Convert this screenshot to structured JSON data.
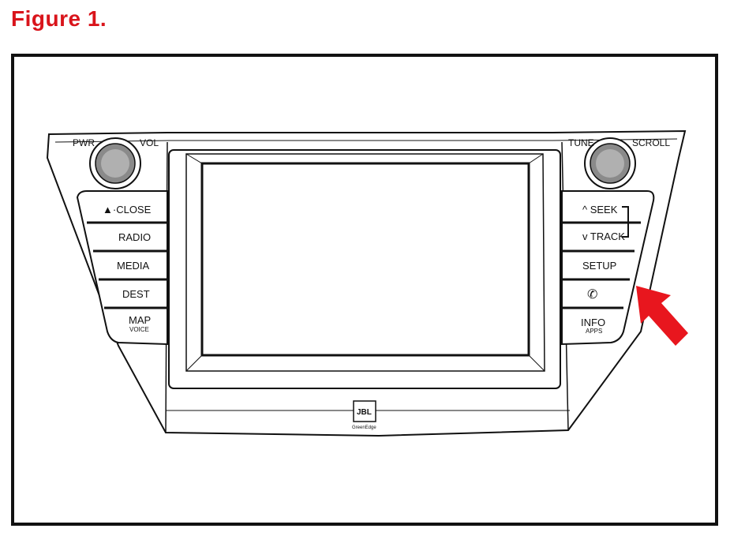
{
  "figure": {
    "title": "Figure 1."
  },
  "knobs": {
    "left": {
      "label_a": "PWR",
      "label_b": "VOL"
    },
    "right": {
      "label_a": "TUNE",
      "label_b": "SCROLL"
    }
  },
  "left_buttons": [
    {
      "label": "▲·CLOSE",
      "sub": ""
    },
    {
      "label": "RADIO",
      "sub": ""
    },
    {
      "label": "MEDIA",
      "sub": ""
    },
    {
      "label": "DEST",
      "sub": ""
    },
    {
      "label": "MAP",
      "sub": "VOICE"
    }
  ],
  "right_buttons": [
    {
      "label": "^ SEEK",
      "sub": ""
    },
    {
      "label": "v TRACK",
      "sub": ""
    },
    {
      "label": "SETUP",
      "sub": ""
    },
    {
      "label": "✆",
      "sub": ""
    },
    {
      "label": "INFO",
      "sub": "APPS"
    }
  ],
  "logo": {
    "brand": "JBL",
    "tag": "GreenEdge"
  },
  "colors": {
    "title": "#d9141b",
    "arrow": "#e8161e",
    "line": "#111111",
    "knob": "#8a8a8a"
  }
}
